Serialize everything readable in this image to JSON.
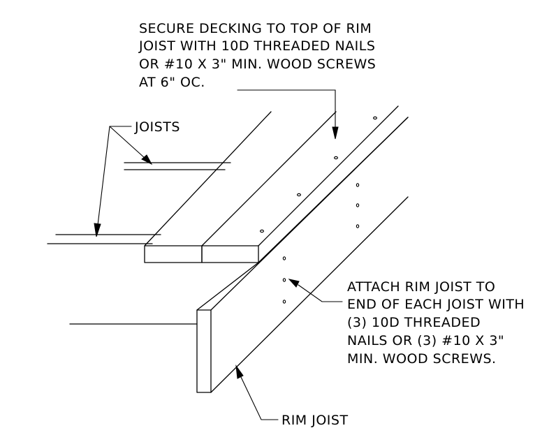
{
  "notes": {
    "decking": {
      "lines": [
        "SECURE DECKING TO TOP OF RIM",
        "JOIST WITH 10D THREADED NAILS",
        "OR #10 X 3\" MIN. WOOD SCREWS",
        "AT 6\" OC."
      ]
    },
    "joists": {
      "text": "JOISTS"
    },
    "attach": {
      "lines": [
        "ATTACH RIM JOIST TO",
        "END OF EACH JOIST WITH",
        "(3) 10D THREADED",
        "NAILS OR (3) #10 X 3\"",
        "MIN. WOOD SCREWS."
      ]
    },
    "rim_joist": {
      "text": "RIM JOIST"
    }
  },
  "colors": {
    "line": "#000000",
    "background": "#ffffff"
  }
}
